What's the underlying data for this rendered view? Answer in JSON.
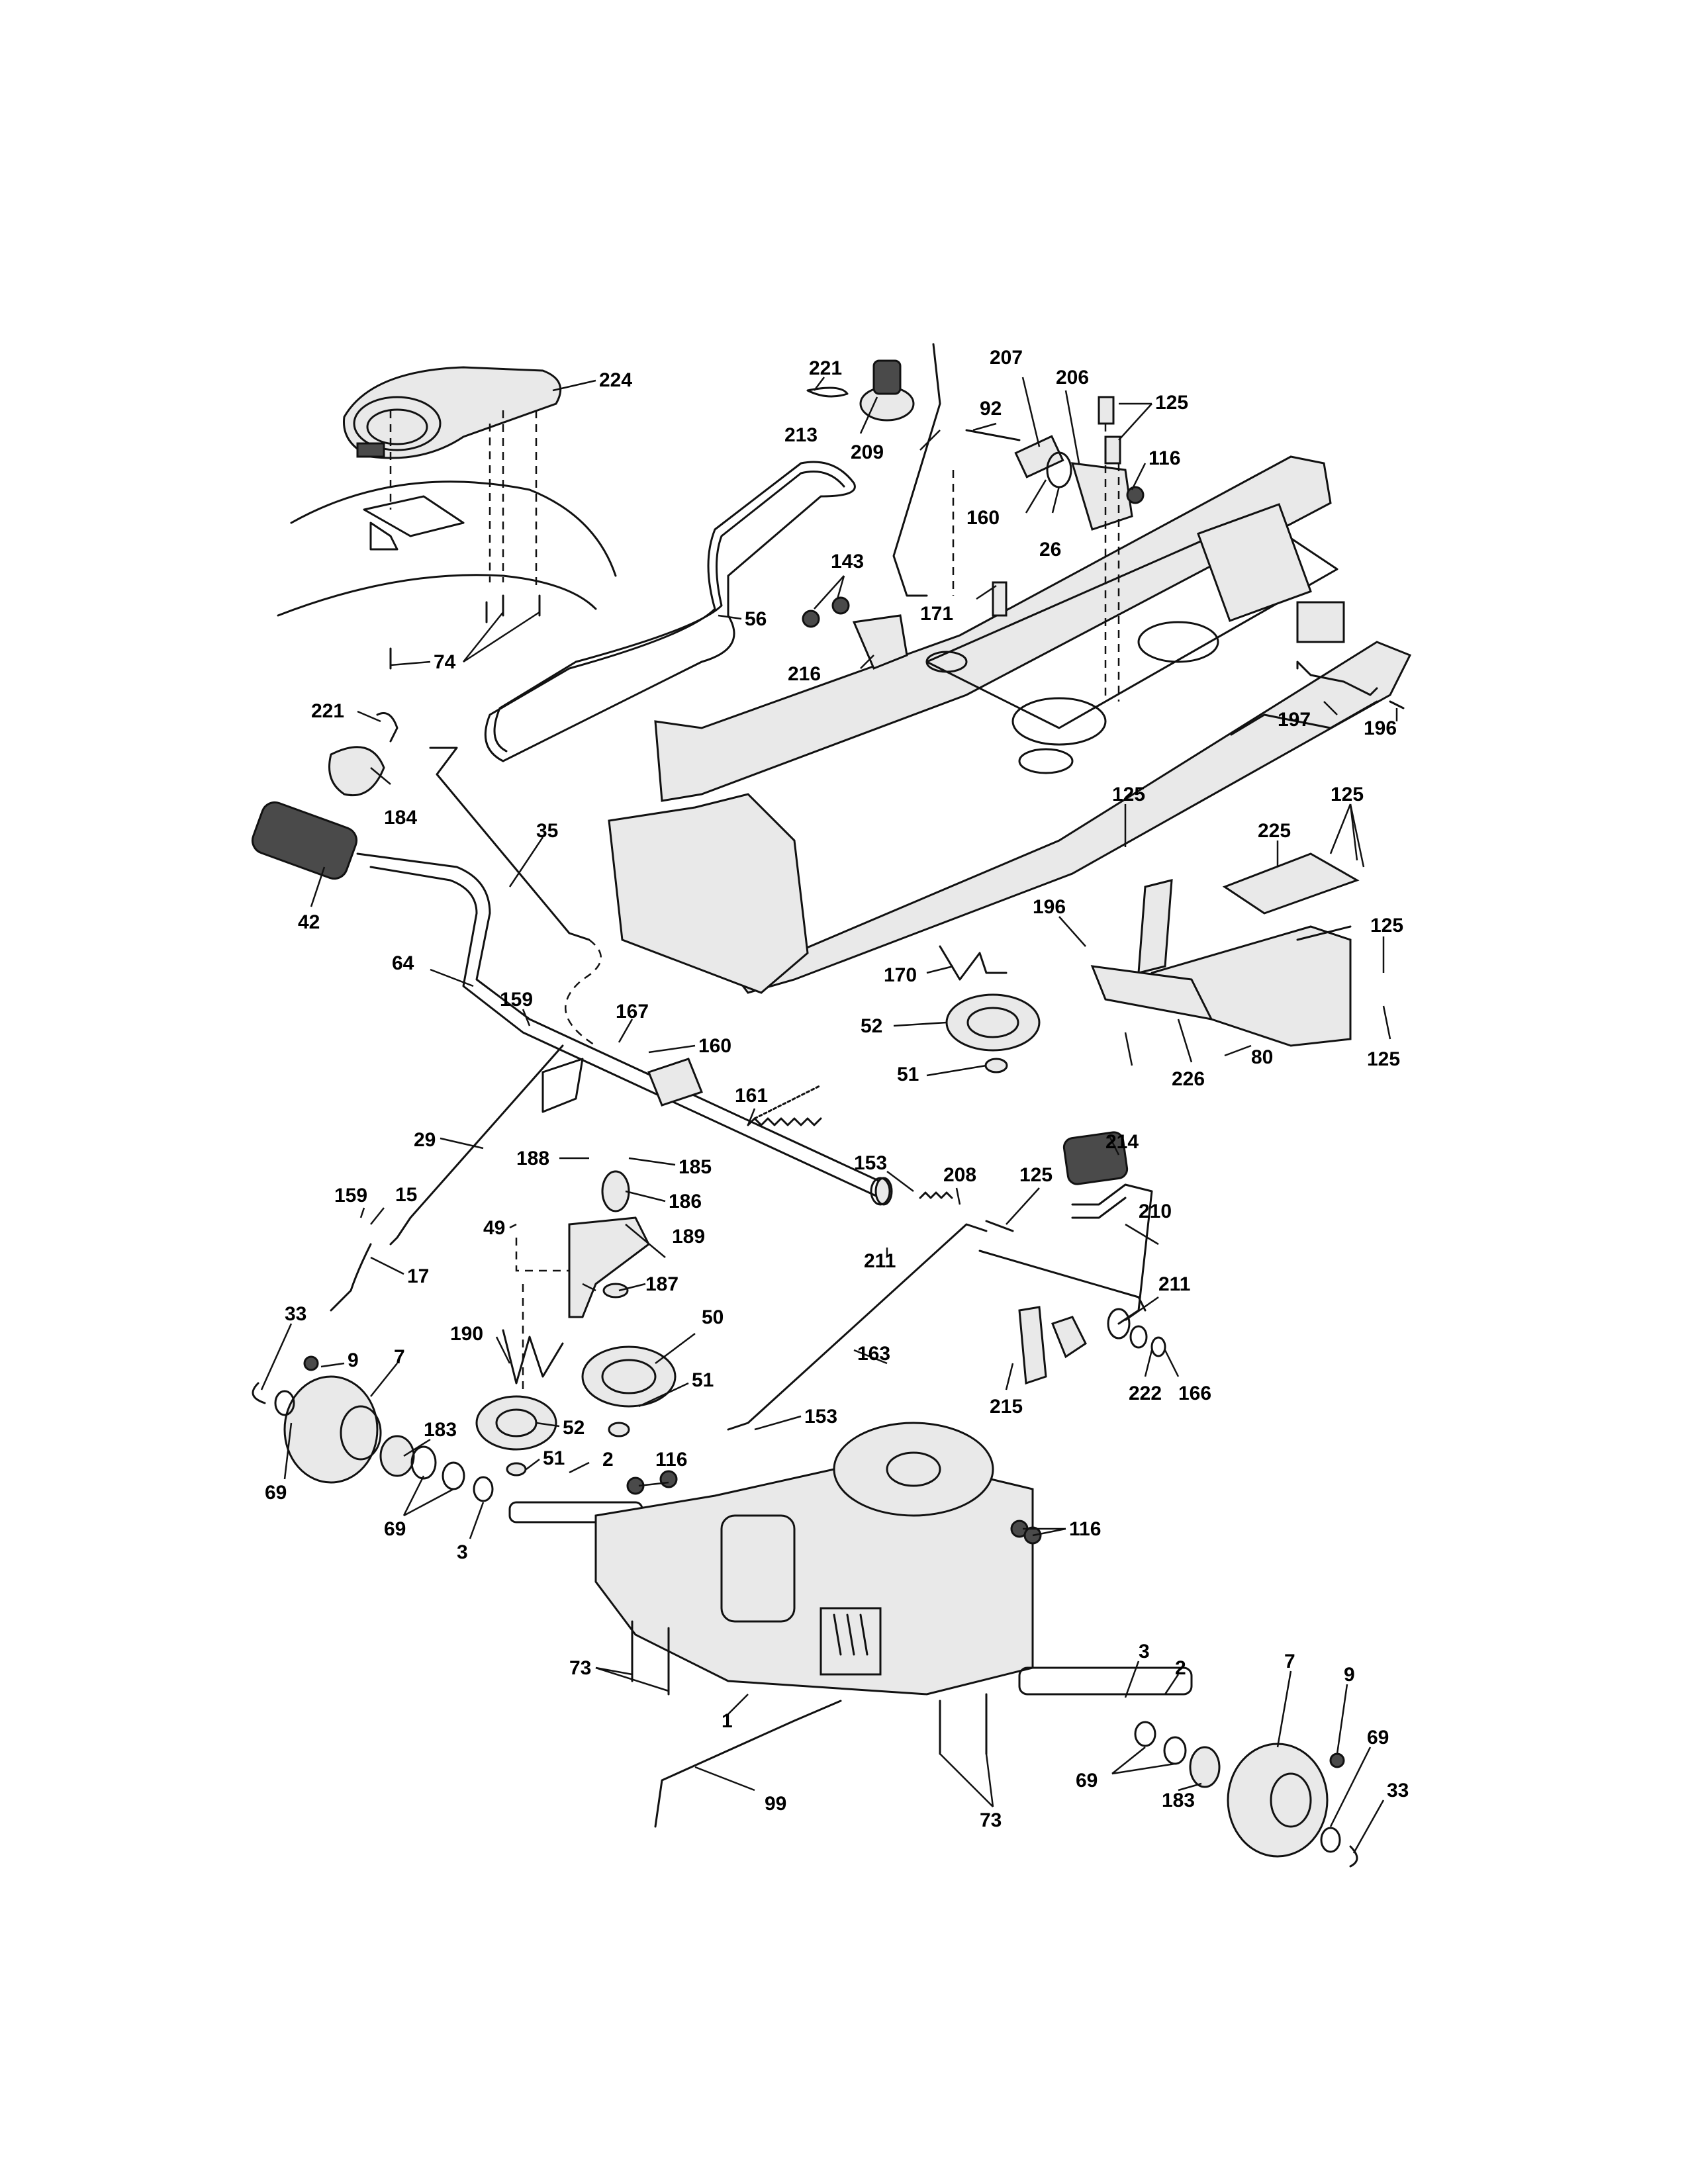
{
  "diagram": {
    "callouts": [
      {
        "id": "c224",
        "label": "224"
      },
      {
        "id": "c74",
        "label": "74"
      },
      {
        "id": "c56",
        "label": "56"
      },
      {
        "id": "c221a",
        "label": "221"
      },
      {
        "id": "c213",
        "label": "213"
      },
      {
        "id": "c209",
        "label": "209"
      },
      {
        "id": "c207",
        "label": "207"
      },
      {
        "id": "c92",
        "label": "92"
      },
      {
        "id": "c206",
        "label": "206"
      },
      {
        "id": "c125a",
        "label": "125"
      },
      {
        "id": "c116a",
        "label": "116"
      },
      {
        "id": "c160a",
        "label": "160"
      },
      {
        "id": "c26",
        "label": "26"
      },
      {
        "id": "c143",
        "label": "143"
      },
      {
        "id": "c171",
        "label": "171"
      },
      {
        "id": "c216",
        "label": "216"
      },
      {
        "id": "c221b",
        "label": "221"
      },
      {
        "id": "c184",
        "label": "184"
      },
      {
        "id": "c35",
        "label": "35"
      },
      {
        "id": "c42",
        "label": "42"
      },
      {
        "id": "c197",
        "label": "197"
      },
      {
        "id": "c196a",
        "label": "196"
      },
      {
        "id": "c125b",
        "label": "125"
      },
      {
        "id": "c125c",
        "label": "125"
      },
      {
        "id": "c225",
        "label": "225"
      },
      {
        "id": "c196b",
        "label": "196"
      },
      {
        "id": "c125d",
        "label": "125"
      },
      {
        "id": "c170",
        "label": "170"
      },
      {
        "id": "c52a",
        "label": "52"
      },
      {
        "id": "c51a",
        "label": "51"
      },
      {
        "id": "c226",
        "label": "226"
      },
      {
        "id": "c80",
        "label": "80"
      },
      {
        "id": "c125e",
        "label": "125"
      },
      {
        "id": "c64",
        "label": "64"
      },
      {
        "id": "c159a",
        "label": "159"
      },
      {
        "id": "c167",
        "label": "167"
      },
      {
        "id": "c160b",
        "label": "160"
      },
      {
        "id": "c161",
        "label": "161"
      },
      {
        "id": "c29",
        "label": "29"
      },
      {
        "id": "c188",
        "label": "188"
      },
      {
        "id": "c185",
        "label": "185"
      },
      {
        "id": "c186",
        "label": "186"
      },
      {
        "id": "c153a",
        "label": "153"
      },
      {
        "id": "c208",
        "label": "208"
      },
      {
        "id": "c125f",
        "label": "125"
      },
      {
        "id": "c214",
        "label": "214"
      },
      {
        "id": "c210",
        "label": "210"
      },
      {
        "id": "c159b",
        "label": "159"
      },
      {
        "id": "c15",
        "label": "15"
      },
      {
        "id": "c49",
        "label": "49"
      },
      {
        "id": "c189",
        "label": "189"
      },
      {
        "id": "c211a",
        "label": "211"
      },
      {
        "id": "c17",
        "label": "17"
      },
      {
        "id": "c187",
        "label": "187"
      },
      {
        "id": "c211b",
        "label": "211"
      },
      {
        "id": "c33a",
        "label": "33"
      },
      {
        "id": "c190",
        "label": "190"
      },
      {
        "id": "c50",
        "label": "50"
      },
      {
        "id": "c163",
        "label": "163"
      },
      {
        "id": "c222",
        "label": "222"
      },
      {
        "id": "c166",
        "label": "166"
      },
      {
        "id": "c9a",
        "label": "9"
      },
      {
        "id": "c7a",
        "label": "7"
      },
      {
        "id": "c51b",
        "label": "51"
      },
      {
        "id": "c52b",
        "label": "52"
      },
      {
        "id": "c153b",
        "label": "153"
      },
      {
        "id": "c215",
        "label": "215"
      },
      {
        "id": "c183a",
        "label": "183"
      },
      {
        "id": "c51c",
        "label": "51"
      },
      {
        "id": "c69a",
        "label": "69"
      },
      {
        "id": "c2a",
        "label": "2"
      },
      {
        "id": "c116b",
        "label": "116"
      },
      {
        "id": "c116c",
        "label": "116"
      },
      {
        "id": "c69b",
        "label": "69"
      },
      {
        "id": "c3a",
        "label": "3"
      },
      {
        "id": "c73a",
        "label": "73"
      },
      {
        "id": "c1",
        "label": "1"
      },
      {
        "id": "c3b",
        "label": "3"
      },
      {
        "id": "c2b",
        "label": "2"
      },
      {
        "id": "c7b",
        "label": "7"
      },
      {
        "id": "c9b",
        "label": "9"
      },
      {
        "id": "c69c",
        "label": "69"
      },
      {
        "id": "c69d",
        "label": "69"
      },
      {
        "id": "c33b",
        "label": "33"
      },
      {
        "id": "c183b",
        "label": "183"
      },
      {
        "id": "c99",
        "label": "99"
      },
      {
        "id": "c73b",
        "label": "73"
      }
    ]
  }
}
